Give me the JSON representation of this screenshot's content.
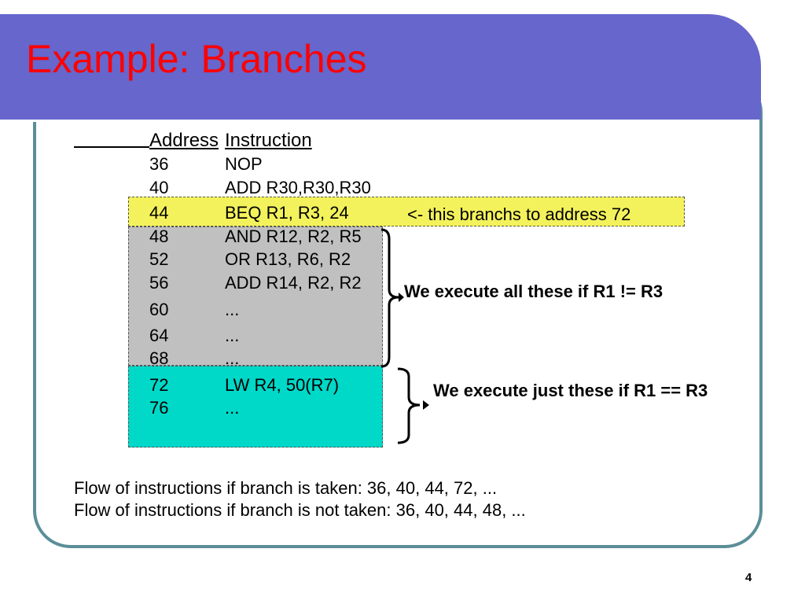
{
  "title": "Example: Branches",
  "table": {
    "header_address": "Address",
    "header_instruction": "Instruction",
    "rows": [
      {
        "address": "36",
        "instruction": "NOP"
      },
      {
        "address": "40",
        "instruction": "ADD  R30,R30,R30"
      },
      {
        "address": "44",
        "instruction": "BEQ R1, R3, 24"
      },
      {
        "address": "48",
        "instruction": "AND  R12, R2, R5"
      },
      {
        "address": "52",
        "instruction": "OR  R13, R6, R2"
      },
      {
        "address": "56",
        "instruction": "ADD R14, R2, R2"
      },
      {
        "address": "60",
        "instruction": "..."
      },
      {
        "address": "64",
        "instruction": "..."
      },
      {
        "address": "68",
        "instruction": "..."
      },
      {
        "address": "72",
        "instruction": "LW  R4, 50(R7)"
      },
      {
        "address": "76",
        "instruction": "..."
      }
    ]
  },
  "branch_comment": "<- this branchs to address 72",
  "note_not_equal": "We execute all these if R1 != R3",
  "note_equal": "We execute just  these if R1 == R3",
  "flow_taken": "Flow of instructions if branch is taken:   36, 40, 44, 72, ...",
  "flow_not_taken": "Flow of instructions if branch is not taken: 36, 40, 44, 48, ...",
  "page_number": "4",
  "colors": {
    "title_bar": "#6666cc",
    "title_text": "#ff0000",
    "frame": "#5b8e99",
    "yellow_highlight": "#f3f25c",
    "gray_highlight": "#c0c0c0",
    "cyan_highlight": "#00d8c8"
  }
}
